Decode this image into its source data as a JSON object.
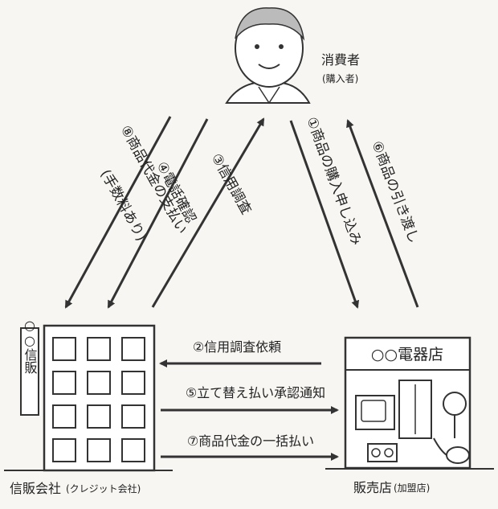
{
  "consumer": {
    "name": "消費者",
    "sub": "(購入者)"
  },
  "credit_company": {
    "sign": "○○信販",
    "caption": "信販会社",
    "caption_sub": "(クレジット会社)"
  },
  "store": {
    "title": "○○電器店",
    "caption": "販売店",
    "caption_sub": "(加盟店)"
  },
  "flows": {
    "f1": "①商品の購入申し込み",
    "f2": "②信用調査依頼",
    "f3": "③信用調査",
    "f4": "④電話確認",
    "f5": "⑤立て替え払い承認通知",
    "f6": "⑥商品の引き渡し",
    "f7": "⑦商品代金の一括払い",
    "f8": "⑧商品代金の支払い",
    "f8_note": "(手数料あり)"
  },
  "colors": {
    "line": "#333333",
    "fill": "#ffffff",
    "paper": "#f7f6f3"
  }
}
